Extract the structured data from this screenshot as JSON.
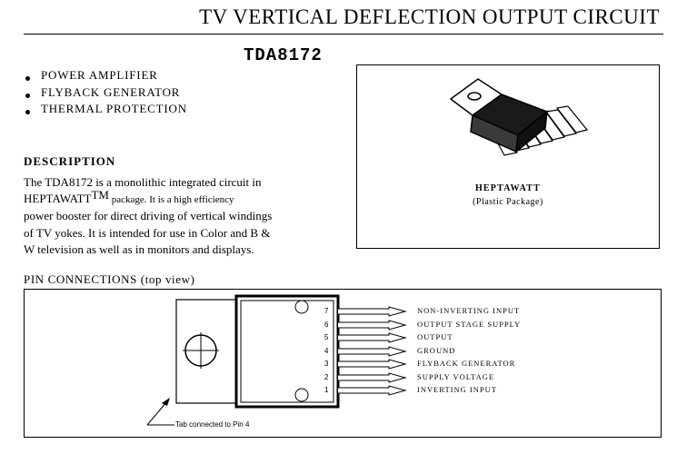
{
  "header": {
    "title": "TV VERTICAL DEFLECTION OUTPUT CIRCUIT",
    "part_number": "TDA8172"
  },
  "features": [
    "POWER AMPLIFIER",
    "FLYBACK GENERATOR",
    "THERMAL PROTECTION"
  ],
  "description": {
    "heading": "DESCRIPTION",
    "line1": "The TDA8172 is a monolithic integrated circuit in",
    "line2_a": "HEPTAWATT",
    "line2_tm": "TM",
    "line2_b": " package. It is a high efficiency",
    "line3": "power booster for direct driving of vertical windings",
    "line4": "of TV yokes. It is intended for use in Color and B &",
    "line5": "W television as well as in monitors and displays."
  },
  "package": {
    "name": "HEPTAWATT",
    "subtitle": "(Plastic Package)"
  },
  "pin_connections": {
    "heading": "PIN CONNECTIONS (top view)",
    "tab_note": "Tab connected to Pin 4",
    "pins": [
      {
        "number": "7",
        "label": "NON-INVERTING INPUT"
      },
      {
        "number": "6",
        "label": "OUTPUT STAGE SUPPLY"
      },
      {
        "number": "5",
        "label": "OUTPUT"
      },
      {
        "number": "4",
        "label": "GROUND"
      },
      {
        "number": "3",
        "label": "FLYBACK GENERATOR"
      },
      {
        "number": "2",
        "label": "SUPPLY VOLTAGE"
      },
      {
        "number": "1",
        "label": "INVERTING INPUT"
      }
    ]
  }
}
